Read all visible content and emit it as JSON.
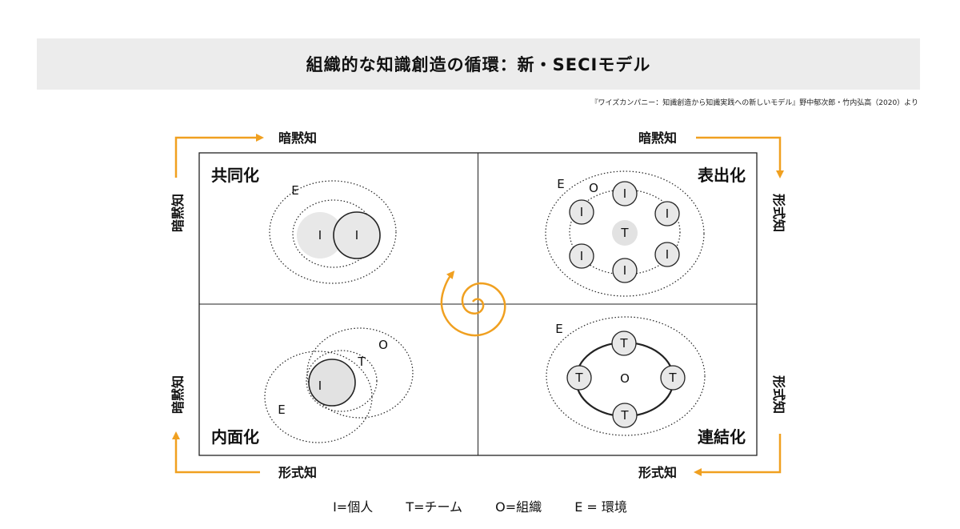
{
  "header": {
    "title": "組織的な知識創造の循環：新・SECIモデル",
    "source": "『ワイズカンパニー：知識創造から知識実践への新しいモデル』野中郁次郎・竹内弘高（2020）より"
  },
  "quadrants": {
    "socialization": "共同化",
    "externalization": "表出化",
    "internalization": "内面化",
    "combination": "連結化"
  },
  "knowledge_labels": {
    "top_left": "暗黙知",
    "top_right": "暗黙知",
    "left_upper": "暗黙知",
    "left_lower": "暗黙知",
    "right_upper": "形式知",
    "right_lower": "形式知",
    "bottom_left": "形式知",
    "bottom_right": "形式知"
  },
  "symbols": {
    "individual": "I",
    "team": "T",
    "organization": "O",
    "environment": "E"
  },
  "legend": {
    "individual": "I=個人",
    "team": "T=チーム",
    "organization": "O=組織",
    "environment": "E = 環境"
  },
  "colors": {
    "accent": "#f0a020",
    "title_bg": "#ececec",
    "node_fill": "#e6e6e6"
  }
}
